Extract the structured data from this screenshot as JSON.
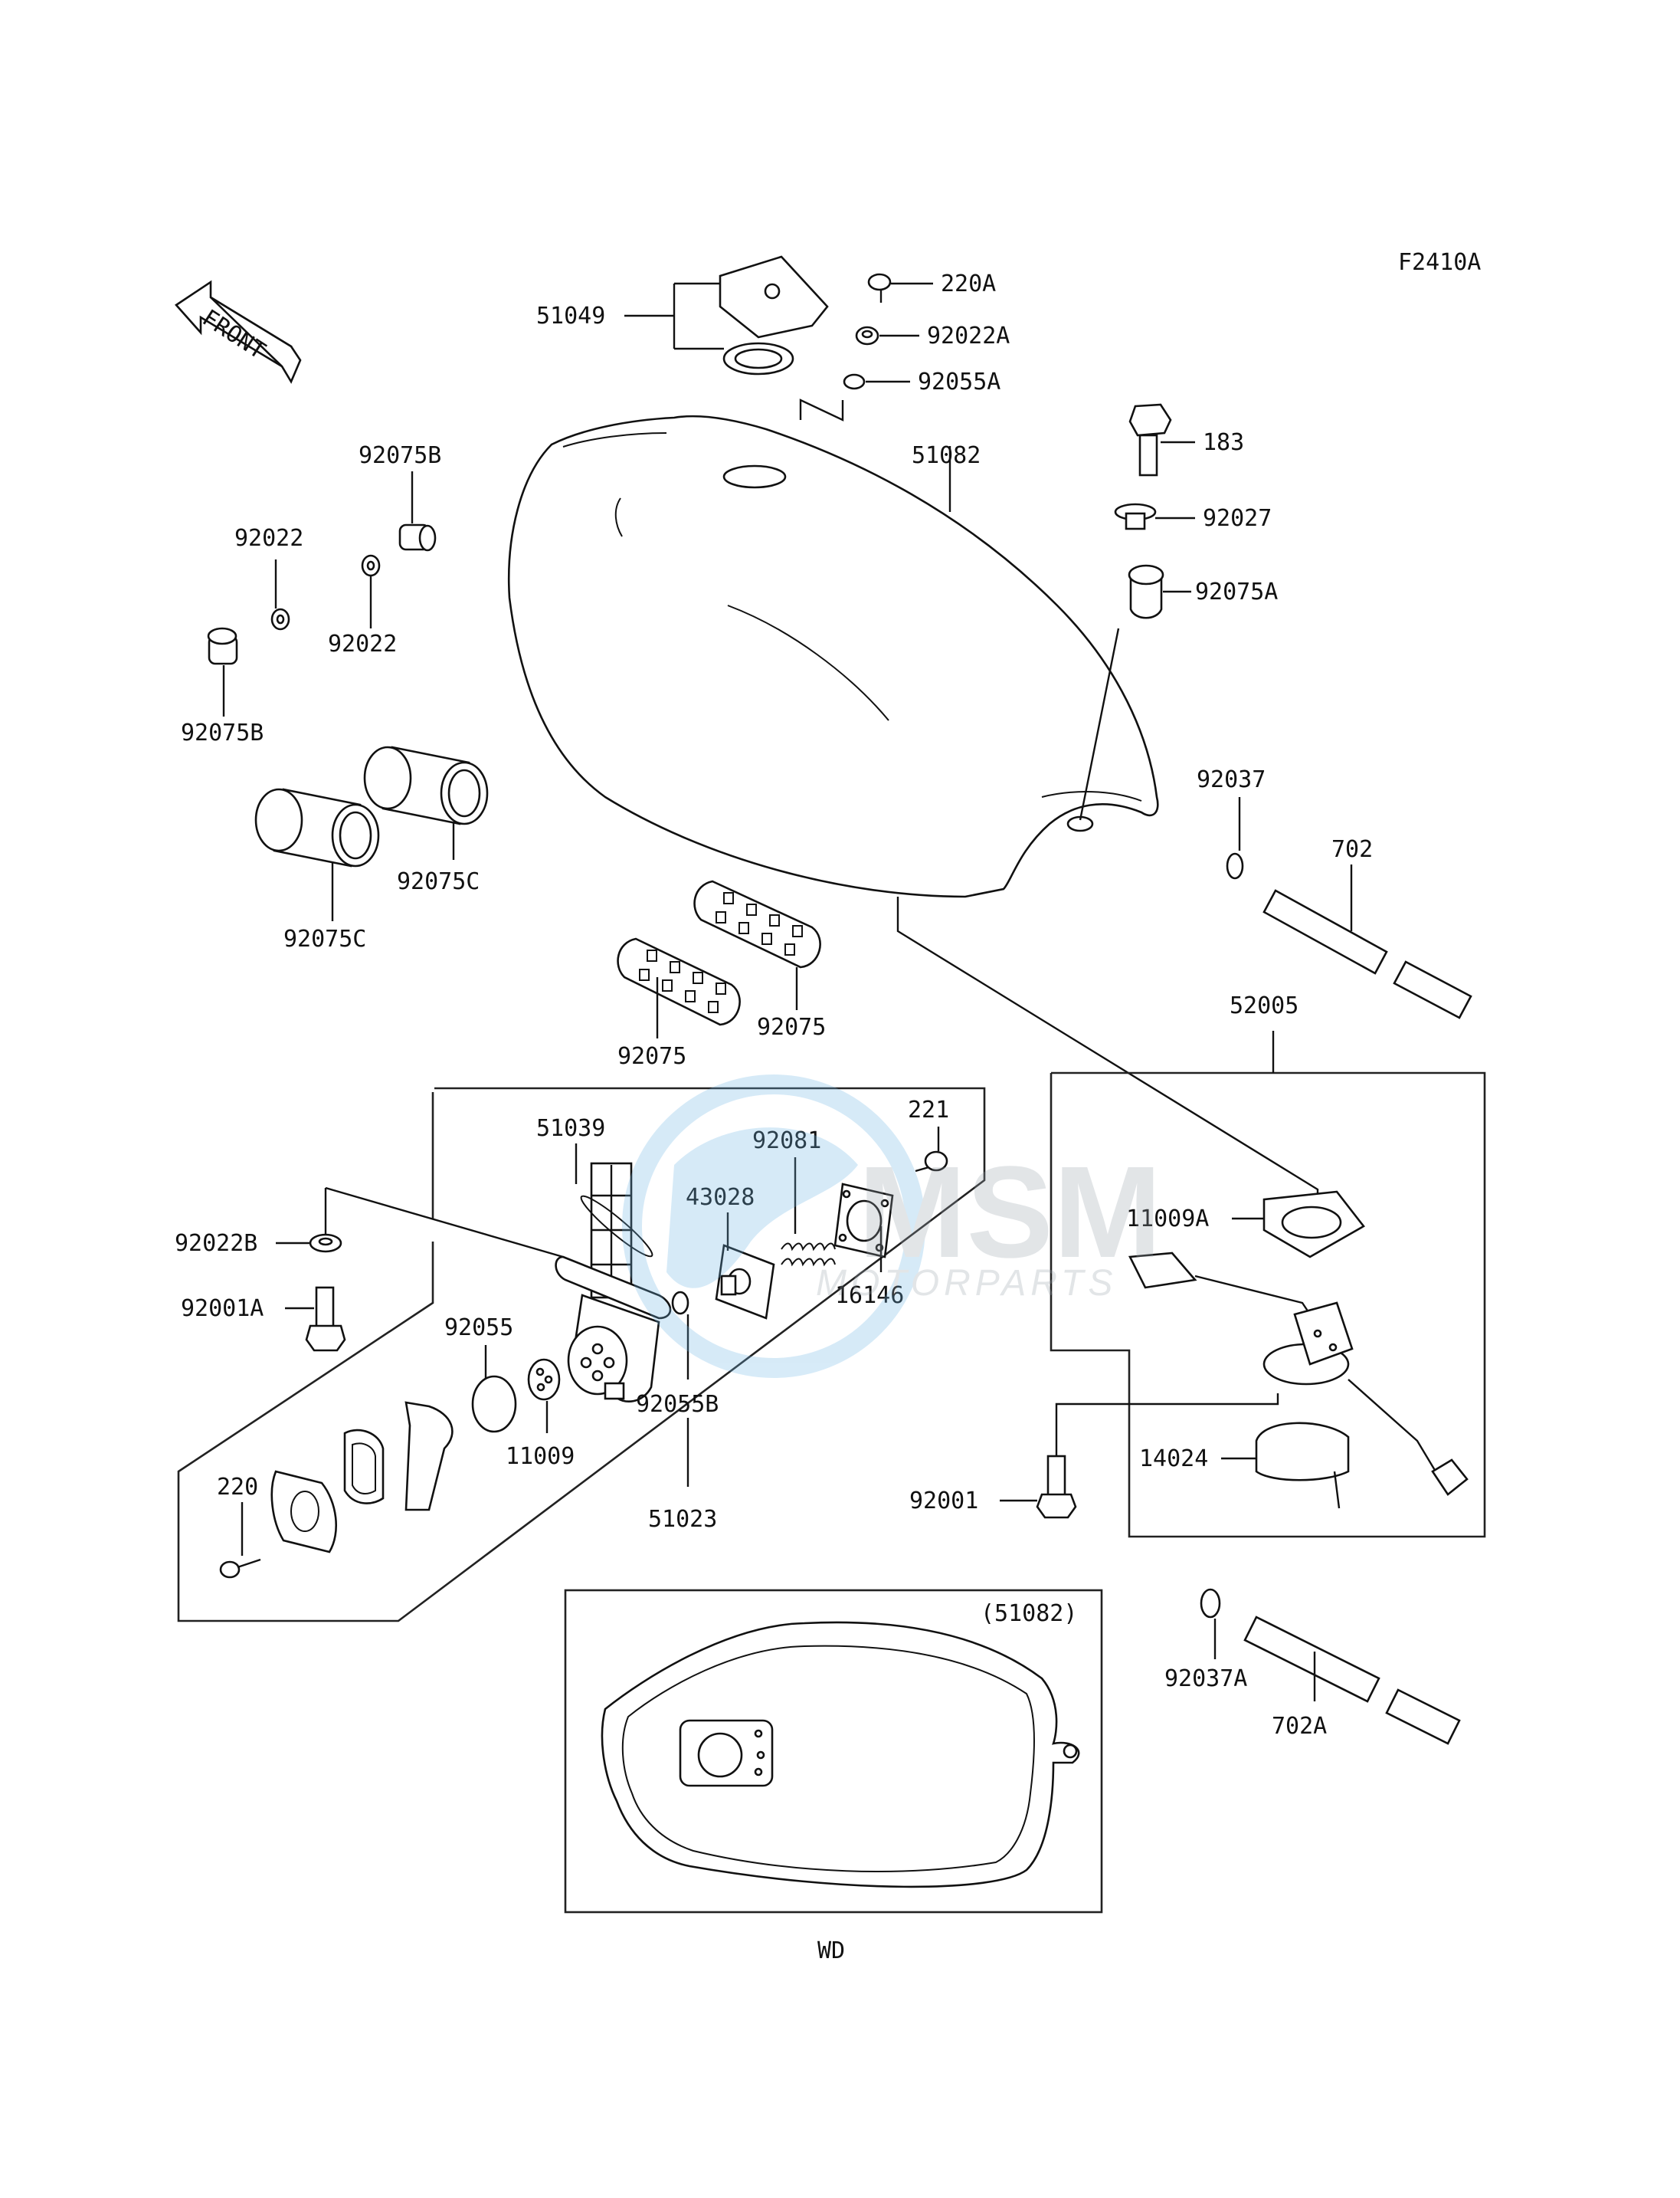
{
  "diagram": {
    "figure_code": "F2410A",
    "front_label": "FRONT",
    "variant_label": "WD",
    "variant_ref": "(51082)",
    "watermark": {
      "brand": "MSM",
      "sub": "MOTORPARTS"
    },
    "callouts": {
      "c51049": "51049",
      "c220A": "220A",
      "c92022A": "92022A",
      "c92055A": "92055A",
      "c51082": "51082",
      "c183": "183",
      "c92027": "92027",
      "c92075A": "92075A",
      "c92075B_top": "92075B",
      "c92022_a": "92022",
      "c92022_b": "92022",
      "c92075B_left": "92075B",
      "c92075C_a": "92075C",
      "c92075C_b": "92075C",
      "c92037": "92037",
      "c702": "702",
      "c92075_a": "92075",
      "c92075_b": "92075",
      "c52005": "52005",
      "c51039": "51039",
      "c221": "221",
      "c92081": "92081",
      "c43028": "43028",
      "c16146": "16146",
      "c11009A": "11009A",
      "c92022B": "92022B",
      "c92001A": "92001A",
      "c92055": "92055",
      "c92055B": "92055B",
      "c11009": "11009",
      "c51023": "51023",
      "c220": "220",
      "c92001": "92001",
      "c14024": "14024",
      "c92037A": "92037A",
      "c702A": "702A"
    }
  }
}
